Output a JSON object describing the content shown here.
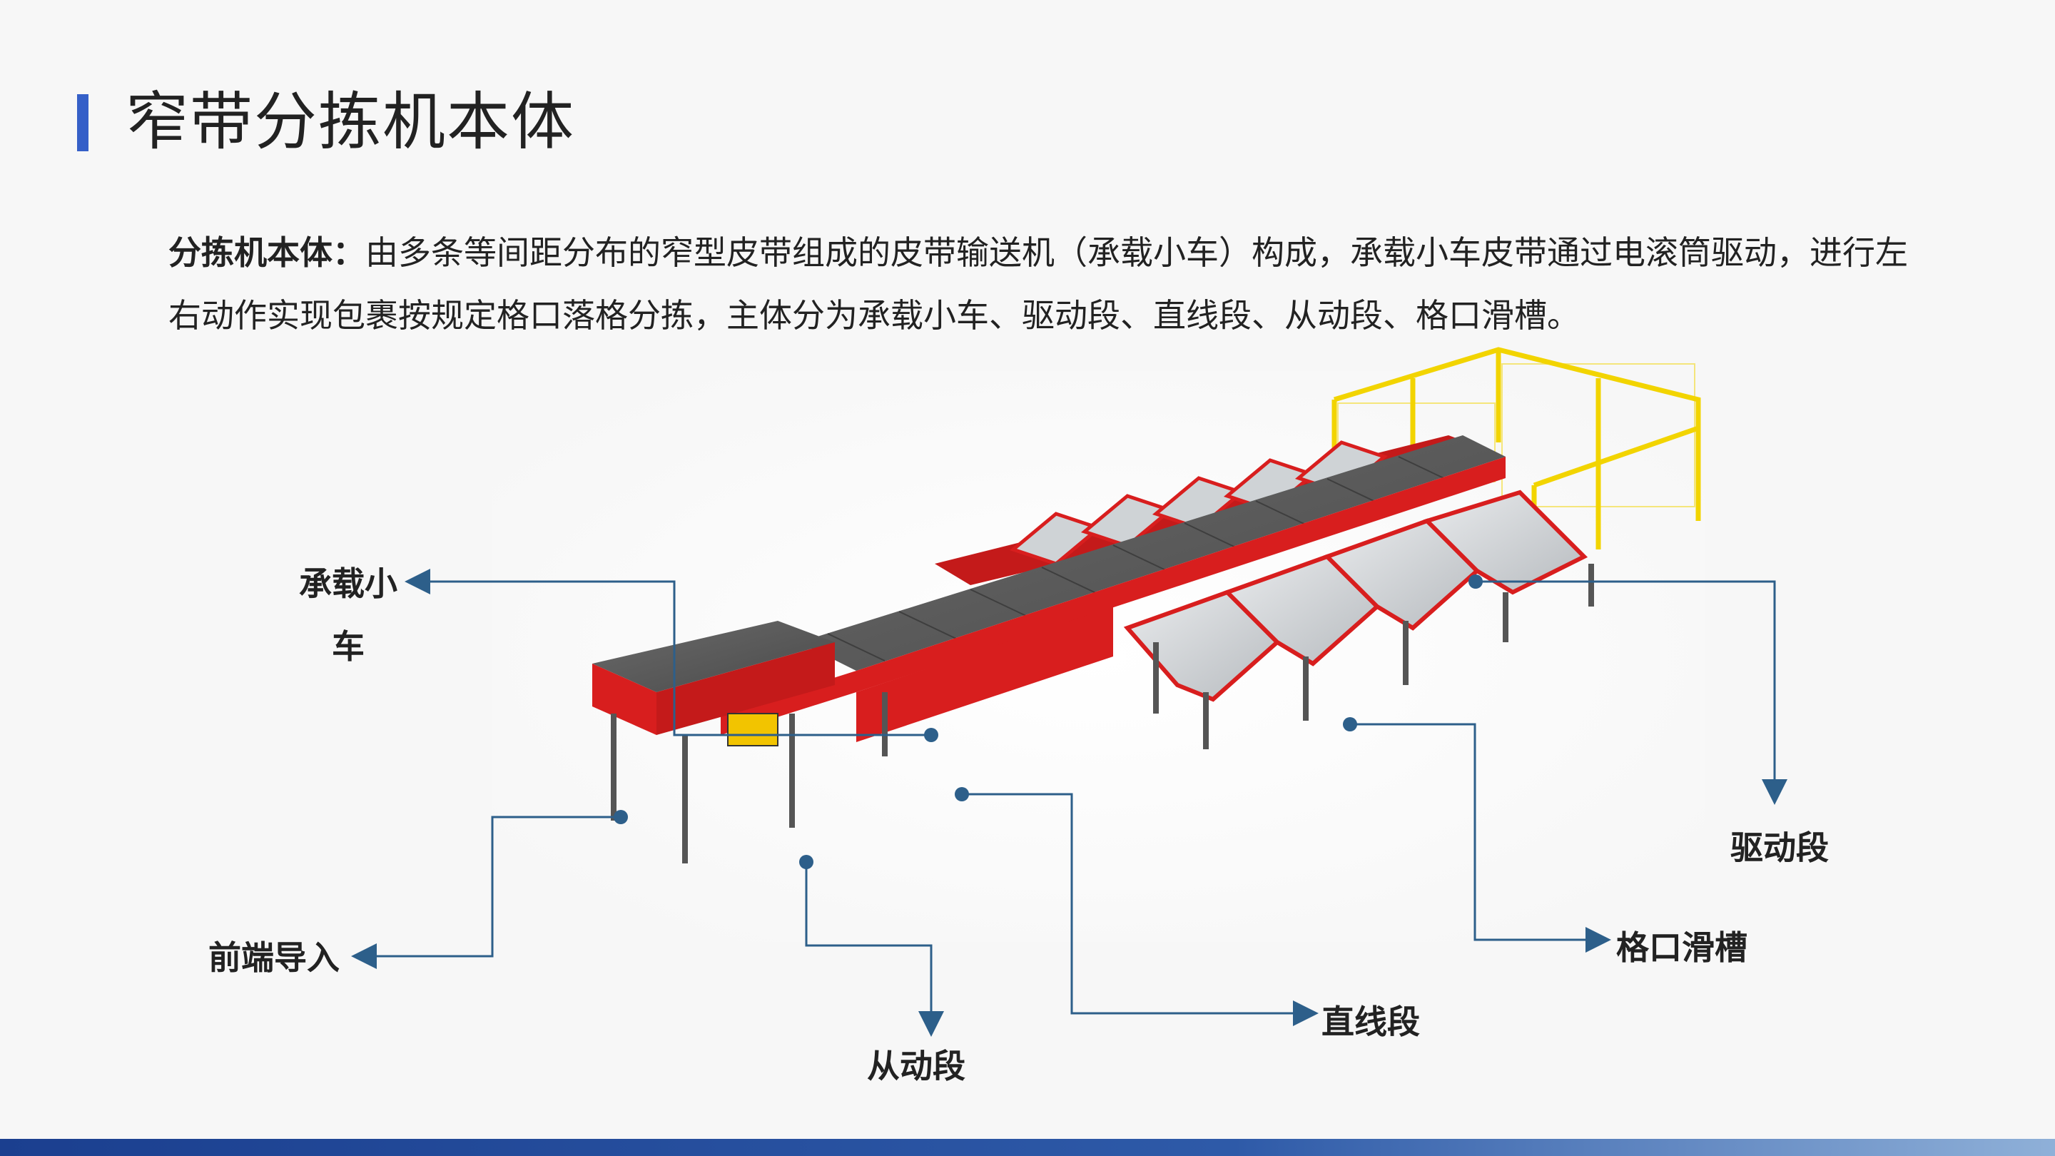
{
  "header": {
    "title": "窄带分拣机本体"
  },
  "description": {
    "lead": "分拣机本体：",
    "text": "由多条等间距分布的窄型皮带组成的皮带输送机（承载小车）构成，承载小车皮带通过电滚筒驱动，进行左右动作实现包裹按规定格口落格分拣，主体分为承载小车、驱动段、直线段、从动段、格口滑槽。"
  },
  "labels": {
    "carrier": "承载小车",
    "front_inlet": "前端导入",
    "driven_section": "从动段",
    "straight_section": "直线段",
    "chute": "格口滑槽",
    "drive_section": "驱动段"
  },
  "colors": {
    "accent": "#3560c8",
    "machine_red": "#d81e1e",
    "fence_yellow": "#f2d400",
    "callout_line": "#2d5f8a",
    "belt_gray": "#5a5a5a",
    "chute_steel": "#cfd3d6"
  }
}
